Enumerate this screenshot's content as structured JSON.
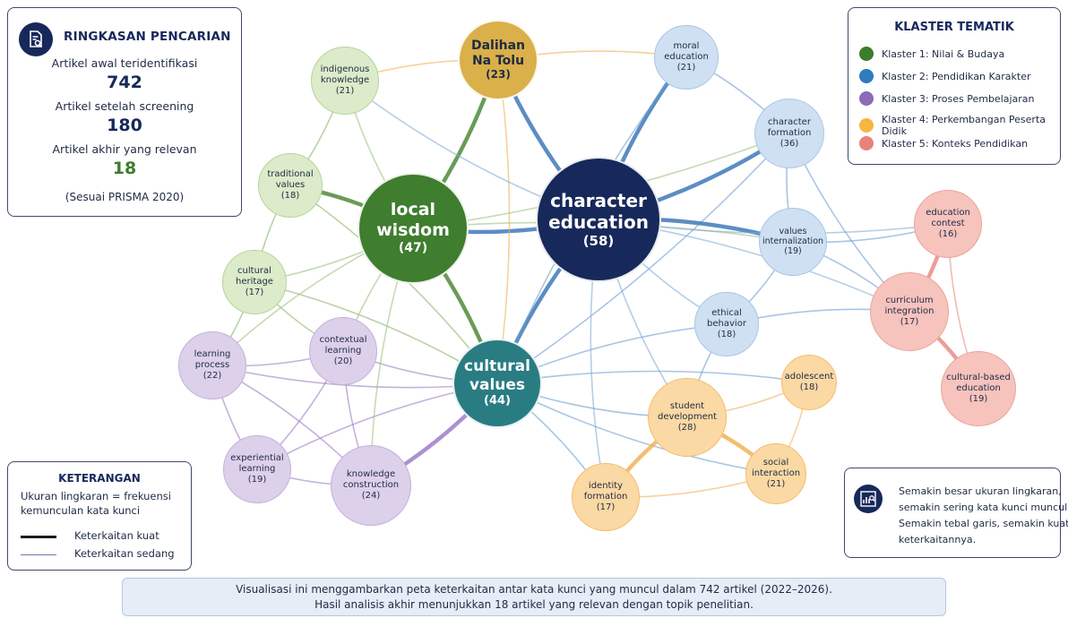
{
  "summary": {
    "title": "RINGKASAN PENCARIAN",
    "icon": "document-search-icon",
    "initial_label": "Artikel awal teridentifikasi",
    "initial_value": "742",
    "screened_label": "Artikel setelah screening",
    "screened_value": "180",
    "final_label": "Artikel akhir yang relevan",
    "final_value": "18",
    "note": "(Sesuai PRISMA 2020)"
  },
  "clusters": {
    "title": "KLASTER TEMATIK",
    "items": [
      {
        "label": "Klaster 1: Nilai & Budaya",
        "color": "#3b7d2a"
      },
      {
        "label": "Klaster 2: Pendidikan Karakter",
        "color": "#2e7bbf"
      },
      {
        "label": "Klaster 3: Proses Pembelajaran",
        "color": "#8b6ab8"
      },
      {
        "label": "Klaster 4: Perkembangan Peserta Didik",
        "color": "#f5b642"
      },
      {
        "label": "Klaster 5: Konteks Pendidikan",
        "color": "#e8827a"
      }
    ]
  },
  "legend": {
    "title": "KETERANGAN",
    "size_line1": "Ukuran lingkaran = frekuensi",
    "size_line2": "kemunculan kata kunci",
    "strong_label": "Keterkaitan kuat",
    "medium_label": "Keterkaitan sedang"
  },
  "info": {
    "icon": "chart-analysis-icon",
    "line1": "Semakin besar ukuran lingkaran,",
    "line2": "semakin sering kata kunci muncul.",
    "line3": "Semakin tebal garis, semakin kuat",
    "line4": "keterkaitannya."
  },
  "caption": {
    "line1": "Visualisasi ini menggambarkan peta keterkaitan antar kata kunci yang muncul dalam 742 artikel (2022–2026).",
    "line2": "Hasil analisis akhir menunjukkan 18 artikel yang relevan dengan topik penelitian."
  },
  "network": {
    "nodes": [
      {
        "id": "character-education",
        "label": [
          "character",
          "education"
        ],
        "count": "(58)",
        "cluster": 2
      },
      {
        "id": "local-wisdom",
        "label": [
          "local",
          "wisdom"
        ],
        "count": "(47)",
        "cluster": 1
      },
      {
        "id": "cultural-values",
        "label": [
          "cultural",
          "values"
        ],
        "count": "(44)",
        "cluster": 2
      },
      {
        "id": "dalihan-na-tolu",
        "label": [
          "Dalihan",
          "Na Tolu"
        ],
        "count": "(23)",
        "cluster": 4
      },
      {
        "id": "indigenous-knowledge",
        "label": [
          "indigenous",
          "knowledge"
        ],
        "count": "(21)",
        "cluster": 1
      },
      {
        "id": "traditional-values",
        "label": [
          "traditional",
          "values"
        ],
        "count": "(18)",
        "cluster": 1
      },
      {
        "id": "cultural-heritage",
        "label": [
          "cultural",
          "heritage"
        ],
        "count": "(17)",
        "cluster": 1
      },
      {
        "id": "moral-education",
        "label": [
          "moral",
          "education"
        ],
        "count": "(21)",
        "cluster": 2
      },
      {
        "id": "character-formation",
        "label": [
          "character",
          "formation"
        ],
        "count": "(36)",
        "cluster": 2
      },
      {
        "id": "values-internalization",
        "label": [
          "values",
          "internalization"
        ],
        "count": "(19)",
        "cluster": 2
      },
      {
        "id": "ethical-behavior",
        "label": [
          "ethical",
          "behavior"
        ],
        "count": "(18)",
        "cluster": 2
      },
      {
        "id": "contextual-learning",
        "label": [
          "contextual",
          "learning"
        ],
        "count": "(20)",
        "cluster": 3
      },
      {
        "id": "learning-process",
        "label": [
          "learning",
          "process"
        ],
        "count": "(22)",
        "cluster": 3
      },
      {
        "id": "experiential-learning",
        "label": [
          "experiential",
          "learning"
        ],
        "count": "(19)",
        "cluster": 3
      },
      {
        "id": "knowledge-construction",
        "label": [
          "knowledge",
          "construction"
        ],
        "count": "(24)",
        "cluster": 3
      },
      {
        "id": "student-development",
        "label": [
          "student",
          "development"
        ],
        "count": "(28)",
        "cluster": 4
      },
      {
        "id": "adolescent",
        "label": [
          "adolescent"
        ],
        "count": "(18)",
        "cluster": 4
      },
      {
        "id": "social-interaction",
        "label": [
          "social",
          "interaction"
        ],
        "count": "(21)",
        "cluster": 4
      },
      {
        "id": "identity-formation",
        "label": [
          "identity",
          "formation"
        ],
        "count": "(17)",
        "cluster": 4
      },
      {
        "id": "education-contest",
        "label": [
          "education",
          "contest"
        ],
        "count": "(16)",
        "cluster": 5
      },
      {
        "id": "curriculum-integration",
        "label": [
          "curriculum",
          "integration"
        ],
        "count": "(17)",
        "cluster": 5
      },
      {
        "id": "cultural-based-education",
        "label": [
          "cultural-based",
          "education"
        ],
        "count": "(19)",
        "cluster": 5
      }
    ],
    "links": [
      {
        "source": "local-wisdom",
        "target": "character-education",
        "strength": "strong"
      },
      {
        "source": "local-wisdom",
        "target": "cultural-values",
        "strength": "strong"
      },
      {
        "source": "character-education",
        "target": "cultural-values",
        "strength": "strong"
      },
      {
        "source": "dalihan-na-tolu",
        "target": "local-wisdom",
        "strength": "strong"
      },
      {
        "source": "dalihan-na-tolu",
        "target": "character-education",
        "strength": "strong"
      },
      {
        "source": "dalihan-na-tolu",
        "target": "cultural-values",
        "strength": "medium"
      },
      {
        "source": "dalihan-na-tolu",
        "target": "indigenous-knowledge",
        "strength": "medium"
      },
      {
        "source": "dalihan-na-tolu",
        "target": "moral-education",
        "strength": "medium"
      },
      {
        "source": "indigenous-knowledge",
        "target": "local-wisdom",
        "strength": "medium"
      },
      {
        "source": "indigenous-knowledge",
        "target": "traditional-values",
        "strength": "medium"
      },
      {
        "source": "indigenous-knowledge",
        "target": "character-education",
        "strength": "medium"
      },
      {
        "source": "traditional-values",
        "target": "local-wisdom",
        "strength": "strong"
      },
      {
        "source": "traditional-values",
        "target": "cultural-heritage",
        "strength": "medium"
      },
      {
        "source": "traditional-values",
        "target": "cultural-values",
        "strength": "medium"
      },
      {
        "source": "cultural-heritage",
        "target": "local-wisdom",
        "strength": "medium"
      },
      {
        "source": "cultural-heritage",
        "target": "learning-process",
        "strength": "medium"
      },
      {
        "source": "cultural-heritage",
        "target": "contextual-learning",
        "strength": "medium"
      },
      {
        "source": "cultural-heritage",
        "target": "cultural-values",
        "strength": "medium"
      },
      {
        "source": "moral-education",
        "target": "character-education",
        "strength": "strong"
      },
      {
        "source": "moral-education",
        "target": "character-formation",
        "strength": "medium"
      },
      {
        "source": "moral-education",
        "target": "cultural-values",
        "strength": "medium"
      },
      {
        "source": "character-formation",
        "target": "character-education",
        "strength": "strong"
      },
      {
        "source": "character-formation",
        "target": "values-internalization",
        "strength": "medium"
      },
      {
        "source": "character-formation",
        "target": "local-wisdom",
        "strength": "medium"
      },
      {
        "source": "character-formation",
        "target": "curriculum-integration",
        "strength": "medium"
      },
      {
        "source": "character-formation",
        "target": "cultural-values",
        "strength": "medium"
      },
      {
        "source": "values-internalization",
        "target": "character-education",
        "strength": "strong"
      },
      {
        "source": "values-internalization",
        "target": "ethical-behavior",
        "strength": "medium"
      },
      {
        "source": "values-internalization",
        "target": "education-contest",
        "strength": "medium"
      },
      {
        "source": "values-internalization",
        "target": "curriculum-integration",
        "strength": "medium"
      },
      {
        "source": "values-internalization",
        "target": "local-wisdom",
        "strength": "medium"
      },
      {
        "source": "ethical-behavior",
        "target": "character-education",
        "strength": "medium"
      },
      {
        "source": "ethical-behavior",
        "target": "cultural-values",
        "strength": "medium"
      },
      {
        "source": "ethical-behavior",
        "target": "curriculum-integration",
        "strength": "medium"
      },
      {
        "source": "ethical-behavior",
        "target": "student-development",
        "strength": "medium"
      },
      {
        "source": "contextual-learning",
        "target": "local-wisdom",
        "strength": "medium"
      },
      {
        "source": "contextual-learning",
        "target": "cultural-values",
        "strength": "medium"
      },
      {
        "source": "contextual-learning",
        "target": "learning-process",
        "strength": "medium"
      },
      {
        "source": "contextual-learning",
        "target": "knowledge-construction",
        "strength": "medium"
      },
      {
        "source": "contextual-learning",
        "target": "experiential-learning",
        "strength": "medium"
      },
      {
        "source": "learning-process",
        "target": "experiential-learning",
        "strength": "medium"
      },
      {
        "source": "learning-process",
        "target": "knowledge-construction",
        "strength": "medium"
      },
      {
        "source": "learning-process",
        "target": "cultural-values",
        "strength": "medium"
      },
      {
        "source": "learning-process",
        "target": "local-wisdom",
        "strength": "medium"
      },
      {
        "source": "experiential-learning",
        "target": "knowledge-construction",
        "strength": "medium"
      },
      {
        "source": "experiential-learning",
        "target": "cultural-values",
        "strength": "medium"
      },
      {
        "source": "knowledge-construction",
        "target": "cultural-values",
        "strength": "strong"
      },
      {
        "source": "knowledge-construction",
        "target": "local-wisdom",
        "strength": "medium"
      },
      {
        "source": "cultural-values",
        "target": "student-development",
        "strength": "medium"
      },
      {
        "source": "cultural-values",
        "target": "identity-formation",
        "strength": "medium"
      },
      {
        "source": "cultural-values",
        "target": "social-interaction",
        "strength": "medium"
      },
      {
        "source": "cultural-values",
        "target": "adolescent",
        "strength": "medium"
      },
      {
        "source": "student-development",
        "target": "adolescent",
        "strength": "medium"
      },
      {
        "source": "student-development",
        "target": "social-interaction",
        "strength": "strong"
      },
      {
        "source": "student-development",
        "target": "identity-formation",
        "strength": "strong"
      },
      {
        "source": "student-development",
        "target": "character-education",
        "strength": "medium"
      },
      {
        "source": "identity-formation",
        "target": "social-interaction",
        "strength": "medium"
      },
      {
        "source": "adolescent",
        "target": "social-interaction",
        "strength": "medium"
      },
      {
        "source": "character-education",
        "target": "identity-formation",
        "strength": "medium"
      },
      {
        "source": "education-contest",
        "target": "curriculum-integration",
        "strength": "strong"
      },
      {
        "source": "education-contest",
        "target": "cultural-based-education",
        "strength": "medium"
      },
      {
        "source": "curriculum-integration",
        "target": "cultural-based-education",
        "strength": "strong"
      },
      {
        "source": "character-education",
        "target": "education-contest",
        "strength": "medium"
      },
      {
        "source": "character-education",
        "target": "curriculum-integration",
        "strength": "medium"
      }
    ]
  }
}
